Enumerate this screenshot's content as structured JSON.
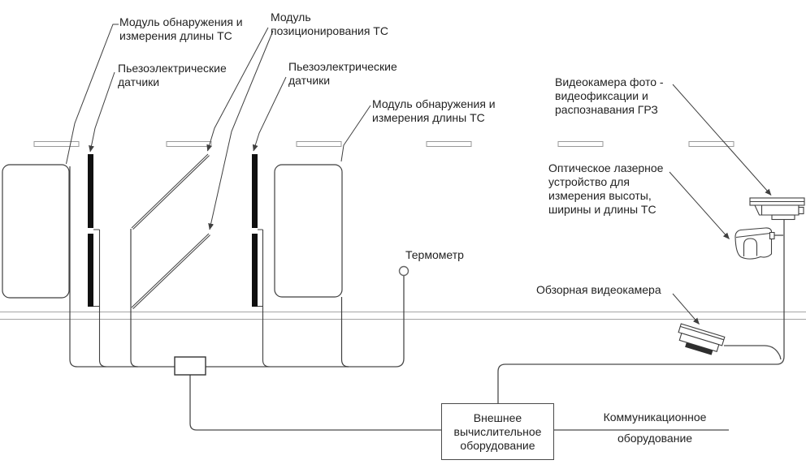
{
  "diagram": {
    "description": "Scheme of vehicle (TC) weight-and-dimension measurement site",
    "colors": {
      "line": "#3f3f3f",
      "road": "#a6a6a6",
      "sensor_bar": "#101010",
      "text": "#222222",
      "background": "#ffffff"
    },
    "labels": {
      "module_length_left": "Модуль обнаружения и\nизмерения длины ТС",
      "module_positioning": "Модуль\nпозиционирования ТС",
      "piezo_left": "Пьезоэлектрические\nдатчики",
      "piezo_right": "Пьезоэлектрические\nдатчики",
      "module_length_mid": "Модуль обнаружения и\nизмерения длины ТС",
      "camera_anpr": "Видеокамера фото -\nвидеофиксации и\nраспознавания ГРЗ",
      "laser_device": "Оптическое лазерное\nустройство для\nизмерения высоты,\nширины и длины ТС",
      "thermometer": "Термометр",
      "overview_camera": "Обзорная видеокамера",
      "computing_box": "Внешнее\nвычислительное\nоборудование",
      "comm_equipment_top": "Коммуникационное",
      "comm_equipment_bottom": "оборудование"
    }
  }
}
